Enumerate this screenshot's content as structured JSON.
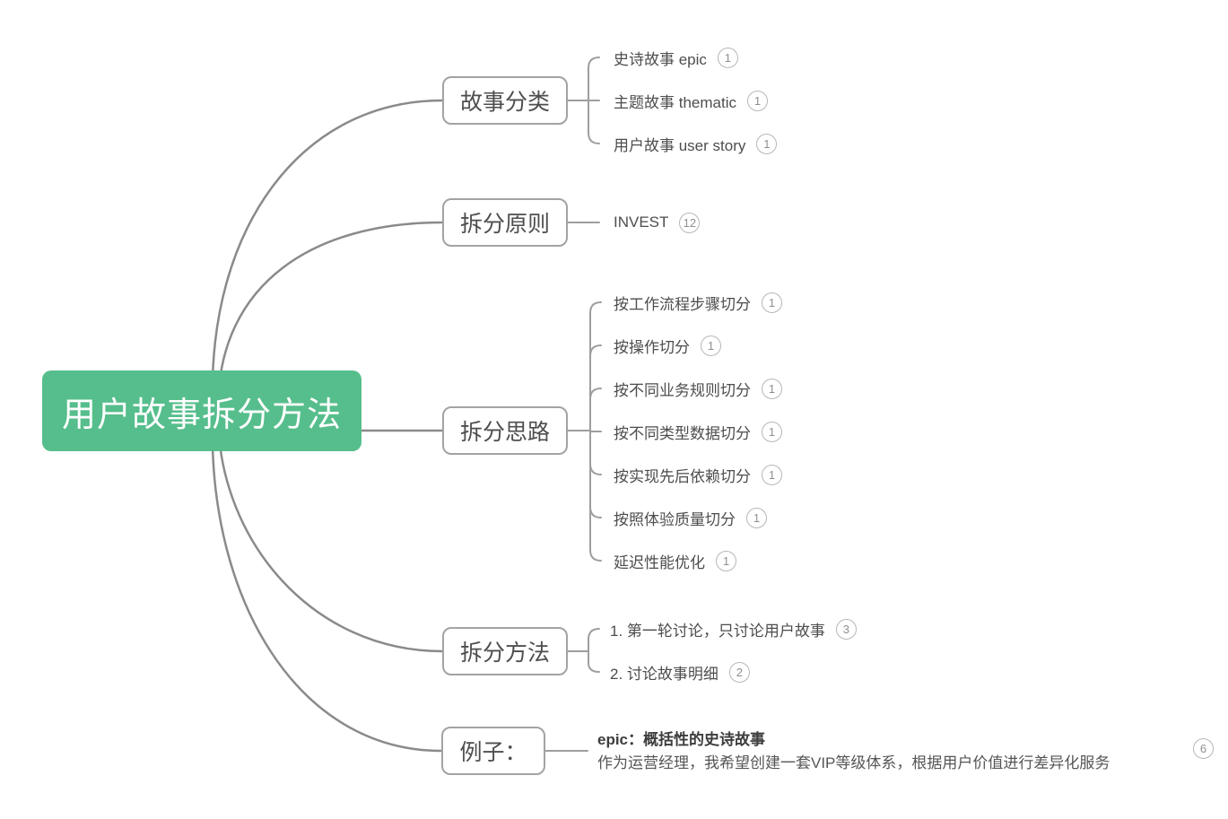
{
  "root": {
    "label": "用户故事拆分方法",
    "fill": "#56BE8C",
    "text_color": "#FFFFFF"
  },
  "style": {
    "main_connector_color": "#8A8A8A",
    "child_connector_color": "#9E9E9E",
    "box_border_color": "#A3A3A3",
    "leaf_text_color": "#4D4D4D",
    "badge_border_color": "#B7B7B7",
    "badge_text_color": "#8F8F8F"
  },
  "branches": [
    {
      "label": "故事分类",
      "children": [
        {
          "text": "史诗故事 epic",
          "badge": "1"
        },
        {
          "text": "主题故事 thematic",
          "badge": "1"
        },
        {
          "text": "用户故事 user story",
          "badge": "1"
        }
      ]
    },
    {
      "label": "拆分原则",
      "children": [
        {
          "text": "INVEST",
          "badge": "12"
        }
      ]
    },
    {
      "label": "拆分思路",
      "children": [
        {
          "text": "按工作流程步骤切分",
          "badge": "1"
        },
        {
          "text": "按操作切分",
          "badge": "1"
        },
        {
          "text": "按不同业务规则切分",
          "badge": "1"
        },
        {
          "text": "按不同类型数据切分",
          "badge": "1"
        },
        {
          "text": "按实现先后依赖切分",
          "badge": "1"
        },
        {
          "text": "按照体验质量切分",
          "badge": "1"
        },
        {
          "text": "延迟性能优化",
          "badge": "1"
        }
      ]
    },
    {
      "label": "拆分方法",
      "children": [
        {
          "text": "1. 第一轮讨论，只讨论用户故事",
          "badge": "3"
        },
        {
          "text": "2. 讨论故事明细",
          "badge": "2"
        }
      ]
    },
    {
      "label": "例子：",
      "children": [
        {
          "title": "epic：概括性的史诗故事",
          "text": "作为运营经理，我希望创建一套VIP等级体系，根据用户价值进行差异化服务",
          "badge": "6"
        }
      ]
    }
  ]
}
